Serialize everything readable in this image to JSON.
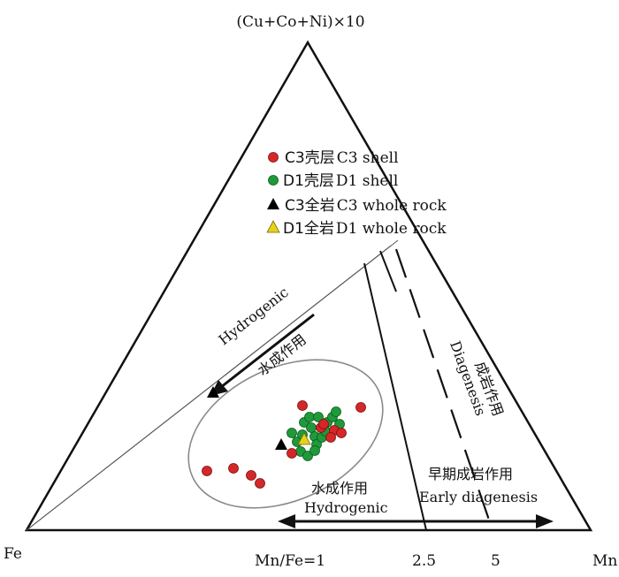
{
  "diagram": {
    "apex_top": "(Cu+Co+Ni)×10",
    "apex_left": "Fe",
    "apex_right": "Mn",
    "ratio_labels": [
      "Mn/Fe=1",
      "2.5",
      "5"
    ],
    "legend": [
      {
        "zh": "C3壳层",
        "en": "C3 shell",
        "marker": "circle",
        "color": "#d62728"
      },
      {
        "zh": "D1壳层",
        "en": "D1 shell",
        "marker": "circle",
        "color": "#1f9a3a"
      },
      {
        "zh": "C3全岩",
        "en": "C3 whole rock",
        "marker": "triangle",
        "color": "#000000"
      },
      {
        "zh": "D1全岩",
        "en": "D1 whole rock",
        "marker": "triangle",
        "color": "#e6d21a"
      }
    ],
    "field_hydrogenic_left": {
      "en": "Hydrogenic",
      "zh": "水成作用"
    },
    "field_diagenesis": {
      "zh": "成岩作用",
      "en": "Diagenesis"
    },
    "field_hydrogenic_bottom": {
      "zh": "水成作用",
      "en": "Hydrogenic"
    },
    "field_early_diagenesis": {
      "zh": "早期成岩作用",
      "en": "Early diagenesis"
    }
  }
}
